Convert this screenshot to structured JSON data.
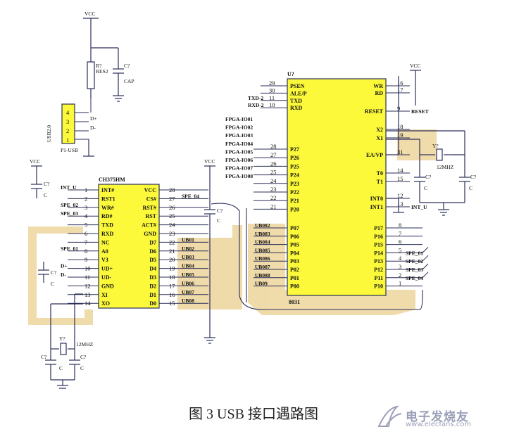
{
  "power": {
    "vcc": "VCC"
  },
  "usb_connector": {
    "ref": "P1-USB",
    "side_label": "USB2.0",
    "pins": [
      "4",
      "3",
      "2",
      "1"
    ],
    "d_plus": "D+",
    "d_minus": "D-"
  },
  "reset_ckt": {
    "r_ref": "R?",
    "r_value": "RES2",
    "c_ref": "C?",
    "c_value": "CAP"
  },
  "ch375": {
    "ref": "CH375HM",
    "left_pins": [
      {
        "num": "1",
        "name": "INT#",
        "net": "INT_U"
      },
      {
        "num": "2",
        "name": "RST1",
        "net": ""
      },
      {
        "num": "3",
        "name": "WR#",
        "net": "SPE_02"
      },
      {
        "num": "4",
        "name": "RD#",
        "net": "SPE_03"
      },
      {
        "num": "5",
        "name": "TXD",
        "net": ""
      },
      {
        "num": "6",
        "name": "RXD",
        "net": ""
      },
      {
        "num": "7",
        "name": "NC",
        "net": ""
      },
      {
        "num": "8",
        "name": "A0",
        "net": "SPE_01"
      },
      {
        "num": "9",
        "name": "V3",
        "net": ""
      },
      {
        "num": "10",
        "name": "UD+",
        "net": "D+"
      },
      {
        "num": "11",
        "name": "UD-",
        "net": "D-"
      },
      {
        "num": "12",
        "name": "GND",
        "net": ""
      },
      {
        "num": "13",
        "name": "XI",
        "net": ""
      },
      {
        "num": "14",
        "name": "XO",
        "net": ""
      }
    ],
    "right_pins": [
      {
        "num": "28",
        "name": "VCC",
        "net": ""
      },
      {
        "num": "27",
        "name": "CS#",
        "net": "SPE_04"
      },
      {
        "num": "26",
        "name": "RST#",
        "net": ""
      },
      {
        "num": "25",
        "name": "RST",
        "net": ""
      },
      {
        "num": "24",
        "name": "ACT#",
        "net": ""
      },
      {
        "num": "23",
        "name": "GND",
        "net": ""
      },
      {
        "num": "22",
        "name": "D7",
        "net": "UB01"
      },
      {
        "num": "21",
        "name": "D6",
        "net": "UB02"
      },
      {
        "num": "20",
        "name": "D5",
        "net": "UB03"
      },
      {
        "num": "19",
        "name": "D4",
        "net": "UB04"
      },
      {
        "num": "18",
        "name": "D3",
        "net": "UB05"
      },
      {
        "num": "17",
        "name": "D2",
        "net": "UB06"
      },
      {
        "num": "16",
        "name": "D1",
        "net": "UB07"
      },
      {
        "num": "15",
        "name": "D0",
        "net": "UB08"
      }
    ]
  },
  "mcu": {
    "ref": "U?",
    "part": "8031",
    "top_left": [
      {
        "num": "29",
        "name": "PSEN",
        "net": ""
      },
      {
        "num": "30",
        "name": "ALE/P",
        "net": ""
      },
      {
        "num": "11",
        "name": "TXD",
        "net": "TXD-2"
      },
      {
        "num": "10",
        "name": "RXD",
        "net": "RXD-2"
      }
    ],
    "p2_nets": [
      "FPGA-IO01",
      "FPGA-IO02",
      "FPGA-IO03",
      "FPGA-IO04",
      "FPGA-IO05",
      "FPGA-IO06",
      "FPGA-IO07",
      "FPGA-IO08"
    ],
    "p2_pins": [
      {
        "num": "28",
        "name": "P27"
      },
      {
        "num": "27",
        "name": "P26"
      },
      {
        "num": "26",
        "name": "P25"
      },
      {
        "num": "25",
        "name": "P24"
      },
      {
        "num": "24",
        "name": "P23"
      },
      {
        "num": "23",
        "name": "P22"
      },
      {
        "num": "22",
        "name": "P21"
      },
      {
        "num": "21",
        "name": "P20"
      }
    ],
    "p0_pins": [
      {
        "name": "P07",
        "net": "UB082"
      },
      {
        "name": "P06",
        "net": "UB083"
      },
      {
        "name": "P05",
        "net": "UB084"
      },
      {
        "name": "P04",
        "net": "UB085"
      },
      {
        "name": "P03",
        "net": "UB086"
      },
      {
        "name": "P02",
        "net": "UB087"
      },
      {
        "name": "P01",
        "net": "UB088"
      },
      {
        "name": "P00",
        "net": "UB09"
      }
    ],
    "right_top": [
      {
        "num": "16",
        "name": "WR",
        "net": ""
      },
      {
        "num": "17",
        "name": "RD",
        "net": ""
      },
      {
        "num": "9",
        "name": "RESET",
        "net": "RESET"
      },
      {
        "num": "18",
        "name": "X2",
        "net": ""
      },
      {
        "num": "19",
        "name": "X1",
        "net": ""
      },
      {
        "num": "31",
        "name": "EA/VP",
        "net": ""
      },
      {
        "num": "14",
        "name": "T0",
        "net": ""
      },
      {
        "num": "15",
        "name": "T1",
        "net": ""
      },
      {
        "num": "12",
        "name": "INT0",
        "net": ""
      },
      {
        "num": "13",
        "name": "INT1",
        "net": "INT_U"
      }
    ],
    "p1_pins": [
      {
        "num": "8",
        "name": "P17",
        "net": ""
      },
      {
        "num": "7",
        "name": "P16",
        "net": ""
      },
      {
        "num": "6",
        "name": "P15",
        "net": ""
      },
      {
        "num": "5",
        "name": "P14",
        "net": "SPE_01"
      },
      {
        "num": "4",
        "name": "P13",
        "net": "SPE_02"
      },
      {
        "num": "3",
        "name": "P12",
        "net": "SPE_03"
      },
      {
        "num": "2",
        "name": "P11",
        "net": "SPE_04"
      },
      {
        "num": "1",
        "name": "P10",
        "net": ""
      }
    ]
  },
  "crystal_mcu": {
    "ref": "Y?",
    "freq": "12MHZ",
    "c1": "C?",
    "c1v": "C",
    "c2": "C?",
    "c2v": "C"
  },
  "crystal_usb": {
    "ref": "Y?",
    "freq": "12MHZ",
    "c1": "C?",
    "c1v": "C",
    "c2": "C?",
    "c2v": "C"
  },
  "misc_caps": {
    "c_int": "C?",
    "c_int_v": "C",
    "c_vcc": "C?",
    "c_vcc_v": "C",
    "c_v3": "C?",
    "c_v3_v": "C"
  },
  "caption": "图 3 USB 接口遇路图",
  "watermark": {
    "text": "电子发烧友",
    "url": "www.elecfans.com"
  },
  "colors": {
    "chip_fill": "#fbf93a",
    "bus_fill": "#efd9a6",
    "wire": "#2a2f5a"
  }
}
